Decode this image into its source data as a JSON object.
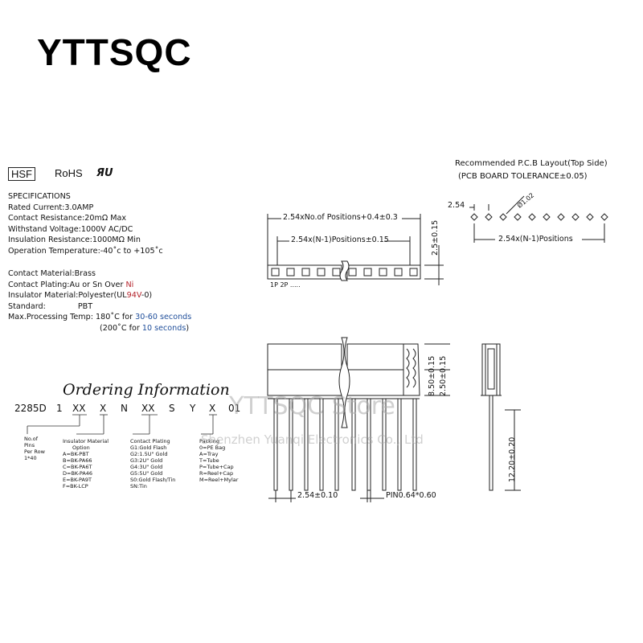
{
  "brand": "YTTSQC",
  "badges": {
    "hsf": "HSF",
    "rohs": "RoHS",
    "ul": "ЯU"
  },
  "specs": [
    "SPECIFICATIONS",
    "Rated Current:3.0AMP",
    "Contact Resistance:20mΩ Max",
    "Withstand Voltage:1000V AC/DC",
    "Insulation Resistance:1000MΩ Min",
    "Operation Temperature:-40˚c to +105˚c"
  ],
  "materials": {
    "contact_material": "Contact Material:Brass",
    "plating_prefix": "Contact Plating:Au or Sn Over ",
    "plating_hl": "Ni",
    "insulator_prefix": "Insulator Material:Polyester(UL",
    "insulator_hl": "94V",
    "insulator_suffix": "-0)",
    "standard_label": "Standard:",
    "standard_value": "PBT",
    "processing_prefix": "Max.Processing Temp: 180˚C for ",
    "processing_hl": "30-60 seconds",
    "processing2_prefix": "(200˚C for ",
    "processing2_hl": "10 seconds",
    "processing2_suffix": ")"
  },
  "ordering": {
    "title": "Ordering Information",
    "code_parts": [
      "2285D",
      "1",
      "XX",
      "X",
      "N",
      "XX",
      "S",
      "Y",
      "X",
      "01"
    ],
    "col_pins": [
      "No.of",
      "Pins",
      "Per Row",
      "1*40"
    ],
    "col_insulator": [
      "Insulator Material",
      "Option",
      "A=BK-PBT",
      "B=BK-PA66",
      "C=BK-PA6T",
      "D=BK-PA46",
      "E=BK-PA9T",
      "F=BK-LCP"
    ],
    "col_plating": [
      "Contact Plating",
      "G1:Gold Flash",
      "G2:1.5U\" Gold",
      "G3:2U\" Gold",
      "G4:3U\" Gold",
      "G5:5U\" Gold",
      "S0:Gold Flash/Tin",
      "SN:Tin"
    ],
    "col_packing": [
      "Packing",
      "0=PE Bag",
      "A=Tray",
      "T=Tube",
      "P=Tube+Cap",
      "R=Reel+Cap",
      "M=Reel+Mylar"
    ]
  },
  "pcb_layout": {
    "title": "Recommended P.C.B Layout(Top Side)",
    "tolerance": "(PCB BOARD TOLERANCE±0.05)",
    "pitch": "2.54",
    "hole": "Ø1.02",
    "span": "2.54x(N-1)Positions"
  },
  "top_view": {
    "overall": "2.54xNo.of Positions+0.4±0.3",
    "inner": "2.54x(N-1)Positions±0.15",
    "height": "2.5±0.15",
    "pin_labels": "1P  2P  ....."
  },
  "side_view": {
    "body_height": "8.50±0.15",
    "seat": "2.50±0.15",
    "pitch": "2.54±0.10",
    "pin": "PIN0.64*0.60",
    "tail": "12.20±0.20"
  },
  "watermark": {
    "line1": "YTTSQC Store",
    "line2": "Shenzhen Yuanqi Electronics Co., Ltd"
  }
}
